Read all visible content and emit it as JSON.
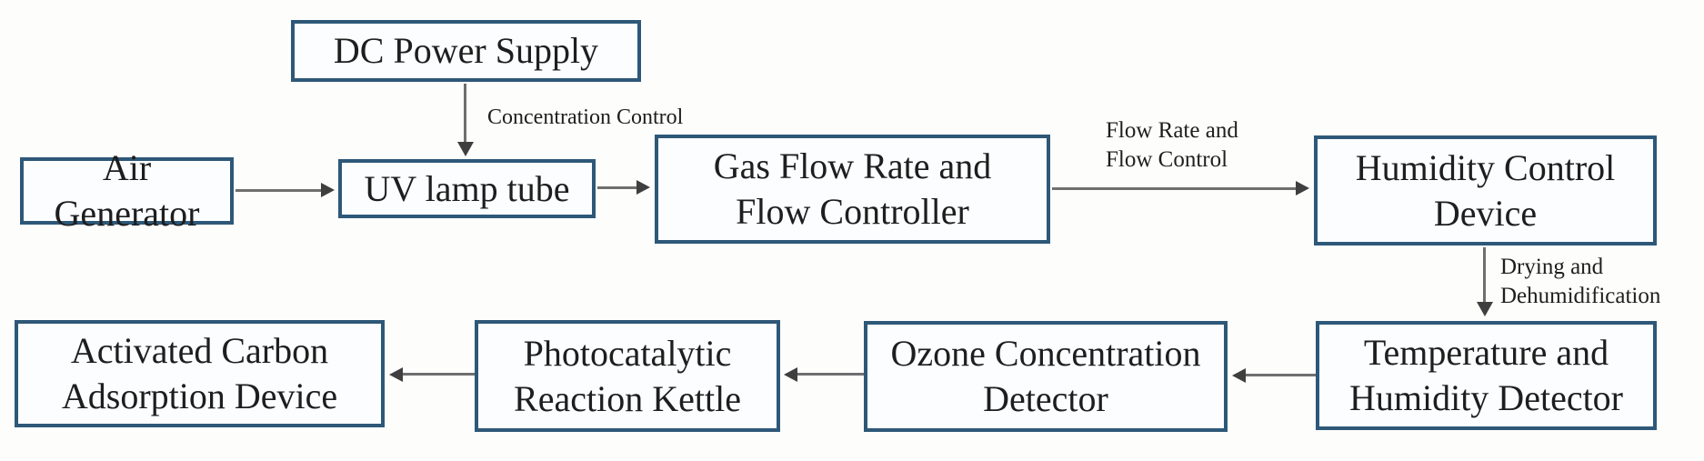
{
  "diagram": {
    "nodes": {
      "dc_power": {
        "label": "DC Power Supply"
      },
      "air_generator": {
        "label": "Air Generator"
      },
      "uv_lamp": {
        "label": "UV lamp tube"
      },
      "gas_flow": {
        "label": "Gas Flow Rate and\nFlow Controller"
      },
      "humidity_control": {
        "label": "Humidity Control\nDevice"
      },
      "temp_humidity": {
        "label": "Temperature and\nHumidity Detector"
      },
      "ozone_detector": {
        "label": "Ozone Concentration\nDetector"
      },
      "photocatalytic": {
        "label": "Photocatalytic\nReaction Kettle"
      },
      "activated_carbon": {
        "label": "Activated Carbon\nAdsorption Device"
      }
    },
    "edge_labels": {
      "concentration_control": "Concentration Control",
      "flow_rate_control": "Flow Rate and\nFlow Control",
      "drying_dehumidification": "Drying and\nDehumidification"
    },
    "colors": {
      "box_border": "#2e5878",
      "box_fill": "#fbfdff",
      "text_color": "#1e1e1e",
      "arrow_line": "#6f6f6f",
      "arrow_head": "#3f3f3f",
      "page_bg": "#fdfdfc"
    }
  }
}
